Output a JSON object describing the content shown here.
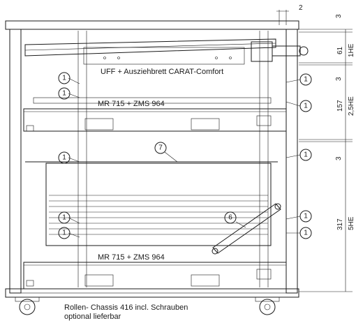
{
  "labels": {
    "top_caption": "UFF + Ausziehbrett CARAT-Comfort",
    "drawer_upper": "MR 715 + ZMS 964",
    "drawer_lower": "MR 715 + ZMS 964",
    "bottom_caption_line1": "Rollen- Chassis 416 incl. Schrauben",
    "bottom_caption_line2": "optional lieferbar"
  },
  "callouts": {
    "c1": "1",
    "c6": "6",
    "c7": "7"
  },
  "dimensions": {
    "gap_top": "2",
    "d3_top": "3",
    "d61": "61",
    "u1he": "1HE",
    "d3_a": "3",
    "d157": "157",
    "u25he": "2,5HE",
    "d3_b": "3",
    "d317": "317",
    "u5he": "5HE"
  },
  "colors": {
    "line": "#1a1a1a",
    "panel_fill": "#9a9a9a",
    "shadow_fill": "#d8d8d8"
  }
}
